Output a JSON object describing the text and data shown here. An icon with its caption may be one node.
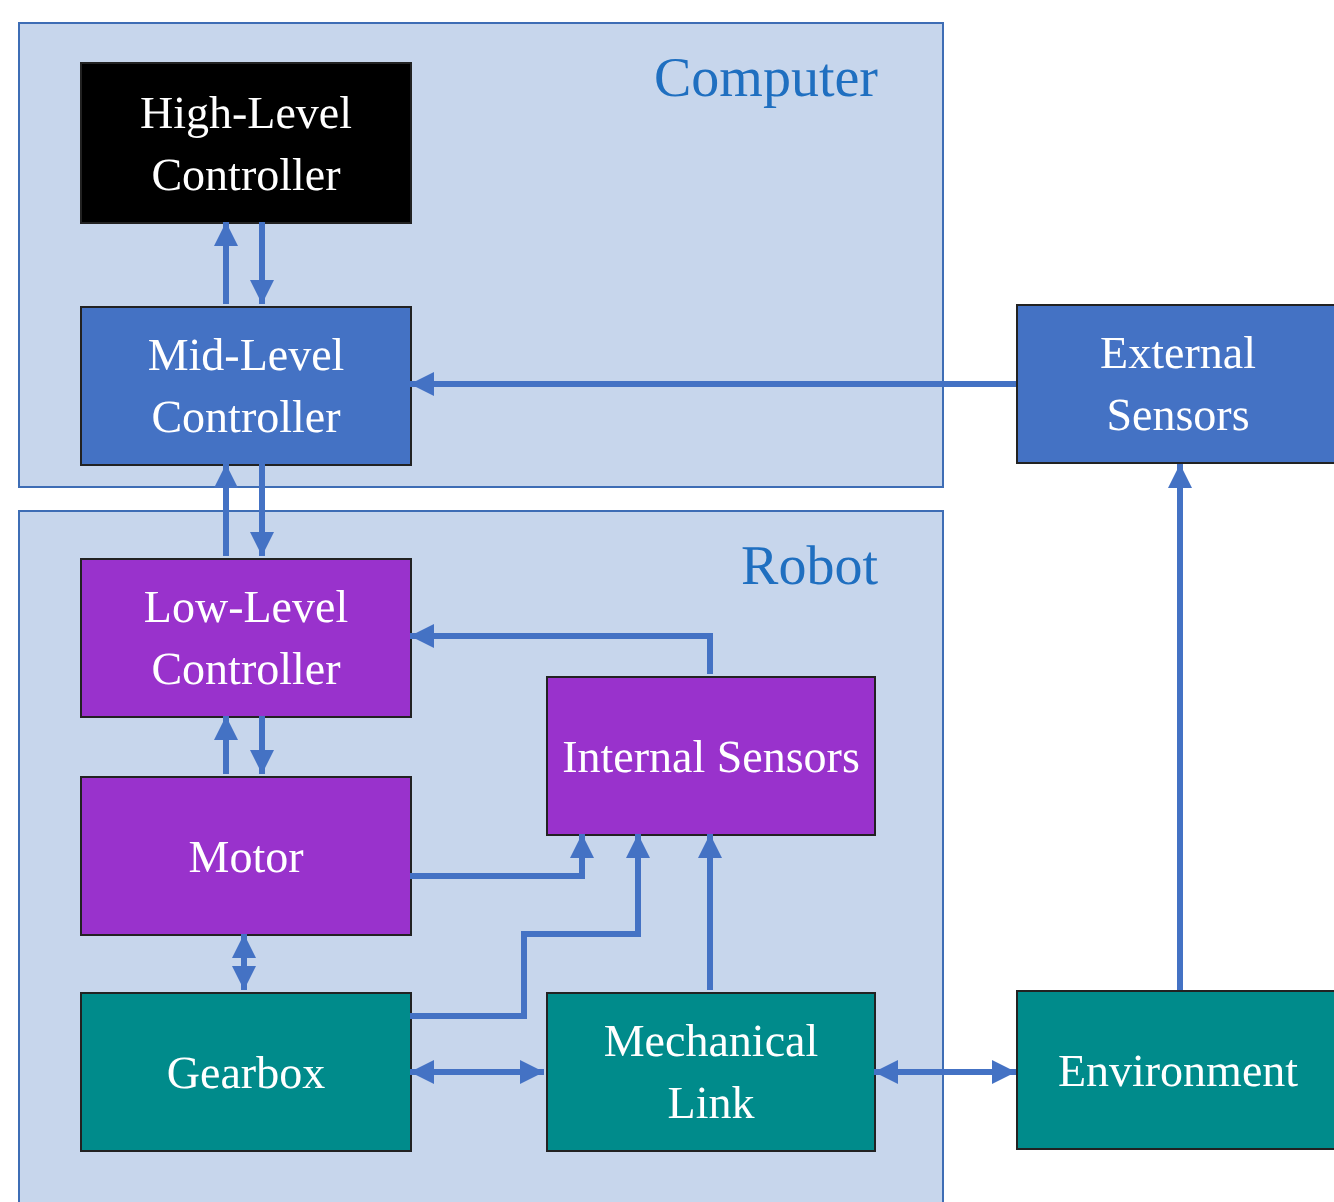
{
  "diagram": {
    "nodes": [
      {
        "text": [
          "Computer"
        ]
      },
      {
        "text": [
          "High-Level Controller"
        ],
        "in": 0
      },
      {
        "text": [
          "Mid-Level Controller"
        ],
        "in": 0
      },
      {
        "text": [
          "Robot"
        ]
      },
      {
        "text": [
          "Low-Level Controller"
        ],
        "in": 3
      },
      {
        "text": [
          "Internal Sensors"
        ],
        "in": 3
      },
      {
        "text": [
          "Motor"
        ],
        "in": 3
      },
      {
        "text": [
          "Gearbox"
        ],
        "in": 3
      },
      {
        "text": [
          "Mechanical Link"
        ],
        "in": 3
      },
      {
        "text": [
          "External Sensors"
        ]
      },
      {
        "text": [
          "Environment"
        ]
      }
    ],
    "edges": [
      {
        "from": 2,
        "to": 1,
        "arrow": "to"
      },
      {
        "from": 1,
        "to": 2,
        "arrow": "to"
      },
      {
        "from": 4,
        "to": 2,
        "arrow": "to"
      },
      {
        "from": 2,
        "to": 4,
        "arrow": "to"
      },
      {
        "from": 9,
        "to": 2,
        "arrow": "to"
      },
      {
        "from": 5,
        "to": 4,
        "arrow": "to"
      },
      {
        "from": 6,
        "to": 4,
        "arrow": "to"
      },
      {
        "from": 4,
        "to": 6,
        "arrow": "to"
      },
      {
        "from": 6,
        "to": 7,
        "arrow": "both"
      },
      {
        "from": 6,
        "to": 5,
        "arrow": "to"
      },
      {
        "from": 7,
        "to": 5,
        "arrow": "to"
      },
      {
        "from": 8,
        "to": 5,
        "arrow": "to"
      },
      {
        "from": 7,
        "to": 8,
        "arrow": "both"
      },
      {
        "from": 8,
        "to": 10,
        "arrow": "both"
      },
      {
        "from": 10,
        "to": 9,
        "arrow": "to"
      }
    ]
  }
}
